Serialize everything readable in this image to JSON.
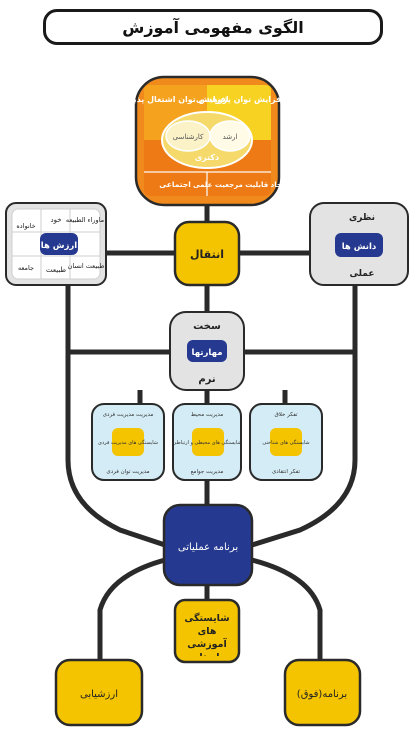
{
  "title": "الگوی مفهومی آموزش",
  "top_node": {
    "q1": "افزایش توان اشتغال پذیری",
    "q2": "افزایش توان پژوهشی",
    "center_left": "کارشناسی",
    "center_right": "ارشد",
    "center_bottom": "دکتری",
    "bottom_left": "اجتماعی",
    "bottom_right": "ایجاد قابلیت مرجعیت علمی"
  },
  "transfer": "انتقال",
  "values": {
    "center": "ارزش ها",
    "tl": "خود",
    "tl2": "خانواده",
    "tr": "ماوراء الطبیعه",
    "bl": "جامعه",
    "bm": "طبیعت",
    "br": "طبیعت انسان"
  },
  "knowledge": {
    "center": "دانش ها",
    "top": "نظری",
    "bottom": "عملی"
  },
  "skills": {
    "center": "مهارتها",
    "top": "سخت",
    "bottom": "نرم"
  },
  "mid_boxes": [
    {
      "header": "مدیریت مدیریت فردی",
      "core": "شایستگی های مدیریت فردی",
      "footer": "مدیریت توان فردی"
    },
    {
      "header": "مدیریت محیط",
      "core": "شایستگی های محیطی و ارتباطی",
      "footer": "مدیریت جوامع"
    },
    {
      "header": "تفکر خلاق",
      "core": "شایستگی های شناختی",
      "footer": "تفکر انتقادی"
    }
  ],
  "program": "برنامه عملیاتی",
  "competencies": "شایستگی های آموزشی استاد",
  "evaluation": "ارزشیابی",
  "extra": "(فوق)برنامه",
  "colors": {
    "yellow": "#f5c400",
    "navy": "#24398f",
    "orange": "#f08a1c",
    "light_gray": "#e3e3e3",
    "light_blue": "#d3ecf5",
    "line": "#2a2a2a"
  }
}
